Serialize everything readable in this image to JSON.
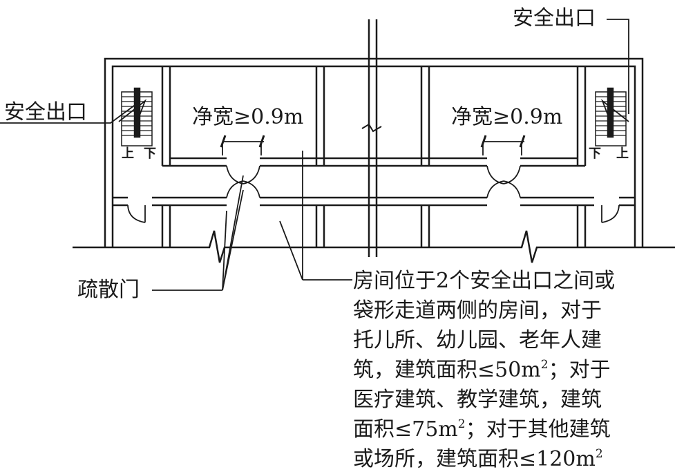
{
  "labels": {
    "exit_top_right": "安全出口",
    "exit_left": "安全出口",
    "width_left": "净宽≥0.9m",
    "width_right": "净宽≥0.9m",
    "evac_door": "疏散门",
    "stair_up_left": "上",
    "stair_down_left": "下",
    "stair_down_right": "下",
    "stair_up_right": "上"
  },
  "note": {
    "line1": "房间位于2个安全出口之间或",
    "line2": "袋形走道两侧的房间，对于",
    "line3": "托儿所、幼儿园、老年人建",
    "line4_a": "筑，建筑面积≤50m",
    "line4_sup": "2",
    "line4_b": "；对于",
    "line5": "医疗建筑、教学建筑，建筑",
    "line6_a": "面积≤75m",
    "line6_sup": "2",
    "line6_b": "；对于其他建筑",
    "line7_a": "或场所，建筑面积≤120m",
    "line7_sup": "2"
  },
  "colors": {
    "line": "#1a1a1a",
    "background": "#ffffff"
  }
}
